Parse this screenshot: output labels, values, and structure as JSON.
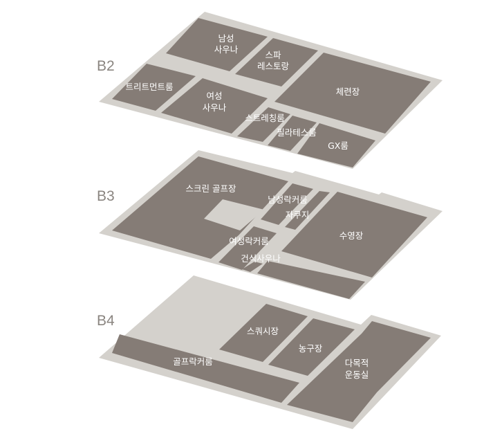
{
  "floors": {
    "b2": {
      "label": "B2",
      "rooms": {
        "mens_sauna": [
          "남성",
          "사우나"
        ],
        "spa_restaurant": [
          "스파",
          "레스토랑"
        ],
        "treatment_room": "트리트먼트룸",
        "womens_sauna": [
          "여성",
          "사우나"
        ],
        "fitness": "체련장",
        "stretching": "스트레칭룸",
        "pilates": "필라테스룸",
        "gx": "GX룸"
      }
    },
    "b3": {
      "label": "B3",
      "rooms": {
        "screen_golf": "스크린 골프장",
        "mens_locker": "남성락커룸",
        "jacuzzi": "자쿠지",
        "pool": "수영장",
        "womens_locker": "여성락커룸",
        "dry_sauna": "건식사우나"
      }
    },
    "b4": {
      "label": "B4",
      "rooms": {
        "squash": "스쿼시장",
        "basketball": "농구장",
        "golf_locker": "골프락커룸",
        "multipurpose": [
          "다목적",
          "운동실"
        ]
      }
    }
  },
  "colors": {
    "slab": "#d4d1cc",
    "room": "#857c76",
    "floor_label": "#8a8580"
  }
}
